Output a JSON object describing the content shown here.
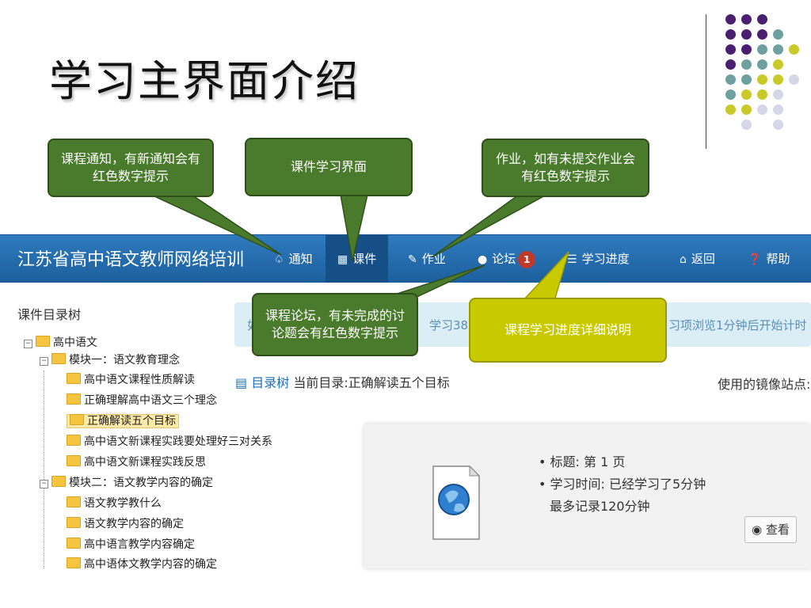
{
  "slide": {
    "title": "学习主界面介绍"
  },
  "navbar": {
    "site_name": "江苏省高中语文教师网络培训",
    "items": [
      {
        "icon": "bell-icon",
        "label": "通知"
      },
      {
        "icon": "film-icon",
        "label": "课件"
      },
      {
        "icon": "pencil-icon",
        "label": "作业"
      },
      {
        "icon": "chat-icon",
        "label": "论坛",
        "badge": "1"
      },
      {
        "icon": "list-icon",
        "label": "学习进度"
      },
      {
        "icon": "home-icon",
        "label": "返回"
      },
      {
        "icon": "help-icon",
        "label": "帮助"
      }
    ]
  },
  "tree": {
    "title": "课件目录树",
    "root": "高中语文",
    "module1": "模块一：语文教育理念",
    "module1_items": [
      "高中语文课程性质解读",
      "正确理解高中语文三个理念",
      "正确解读五个目标",
      "高中语文新课程实践要处理好三对关系",
      "高中语文新课程实践反思"
    ],
    "module2": "模块二：语文教学内容的确定",
    "module2_items": [
      "语文教学教什么",
      "语文教学内容的确定",
      "高中语言教学内容确定",
      "高中语体文教学内容的确定"
    ]
  },
  "banner": {
    "left_text": "如",
    "mid_text": "学习38",
    "right_text": "习项浏览1分钟后开始计时"
  },
  "dirline": {
    "link": "目录树",
    "current": "当前目录:正确解读五个目标",
    "mirror": "使用的镜像站点:"
  },
  "card": {
    "title_line": "标题: 第 1 页",
    "time_line": "学习时间: 已经学习了5分钟",
    "max_line": "最多记录120分钟",
    "view_label": "查看"
  },
  "callouts": {
    "notice": "课程通知，有新通知会有红色数字提示",
    "courseware": "课件学习界面",
    "homework": "作业，如有未提交作业会有红色数字提示",
    "forum": "课程论坛，有未完成的讨论题会有红色数字提示",
    "progress": "课程学习进度详细说明"
  },
  "colors": {
    "nav": "#2170b0",
    "callout_green": "#4a7a2b",
    "callout_yellow": "#c9c900",
    "badge": "#c0392b"
  }
}
